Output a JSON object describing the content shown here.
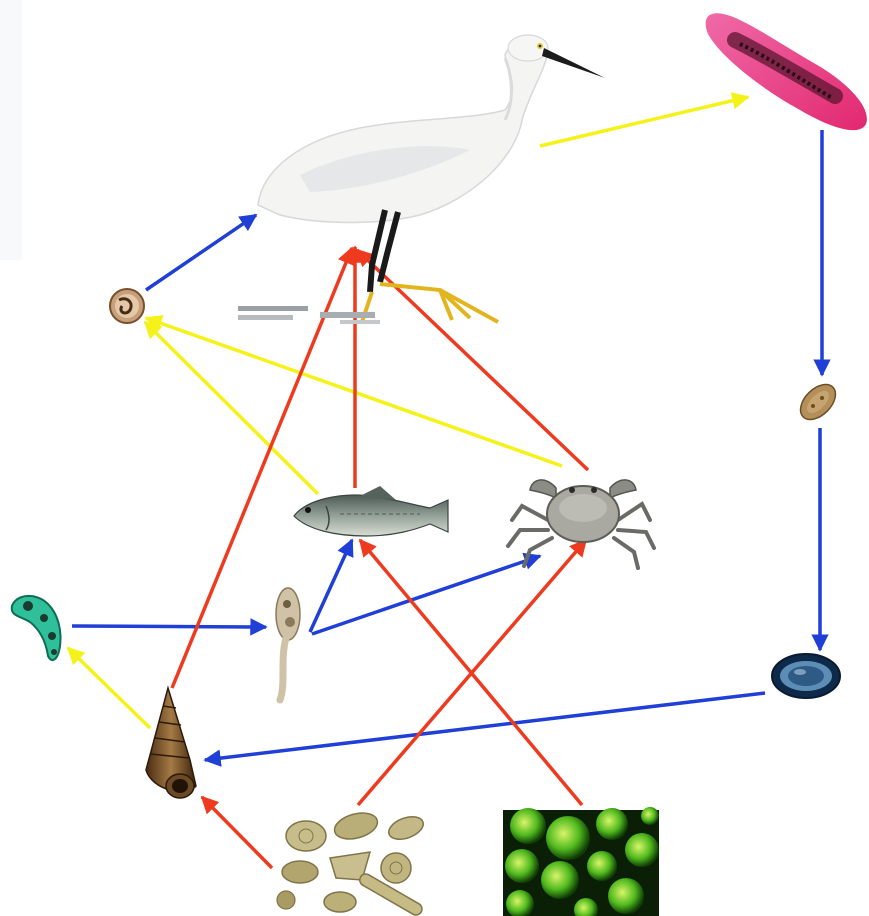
{
  "diagram": {
    "colors": {
      "blue": "#1f3fd6",
      "red": "#ee3a1e",
      "yellow": "#f5f21a",
      "background": "#ffffff"
    },
    "legend_colors_meaning": "",
    "nodes": [
      {
        "id": "egret",
        "icon": "egret-icon"
      },
      {
        "id": "adult-fluke",
        "icon": "adult-fluke-icon"
      },
      {
        "id": "egg-in-water",
        "icon": "egg-icon"
      },
      {
        "id": "egg-with-miracidium",
        "icon": "embryonated-egg-icon"
      },
      {
        "id": "snail",
        "icon": "snail-icon"
      },
      {
        "id": "redia",
        "icon": "redia-icon"
      },
      {
        "id": "cercaria",
        "icon": "cercaria-icon"
      },
      {
        "id": "fish",
        "icon": "fish-icon"
      },
      {
        "id": "crab",
        "icon": "crab-icon"
      },
      {
        "id": "metacercaria",
        "icon": "metacercaria-icon"
      },
      {
        "id": "diatoms",
        "icon": "diatoms-icon"
      },
      {
        "id": "green-algae",
        "icon": "green-algae-icon"
      }
    ],
    "edges": [
      {
        "from": "egret",
        "to": "adult-fluke",
        "color": "yellow"
      },
      {
        "from": "adult-fluke",
        "to": "egg-in-water",
        "color": "blue"
      },
      {
        "from": "egg-in-water",
        "to": "egg-with-miracidium",
        "color": "blue"
      },
      {
        "from": "egg-with-miracidium",
        "to": "snail",
        "color": "blue"
      },
      {
        "from": "snail",
        "to": "redia",
        "color": "yellow"
      },
      {
        "from": "redia",
        "to": "cercaria",
        "color": "blue"
      },
      {
        "from": "cercaria",
        "to": "fish",
        "color": "blue"
      },
      {
        "from": "cercaria",
        "to": "crab",
        "color": "blue"
      },
      {
        "from": "fish",
        "to": "metacercaria",
        "color": "yellow"
      },
      {
        "from": "crab",
        "to": "metacercaria",
        "color": "yellow"
      },
      {
        "from": "metacercaria",
        "to": "egret",
        "color": "blue"
      },
      {
        "from": "fish",
        "to": "egret",
        "color": "red"
      },
      {
        "from": "crab",
        "to": "egret",
        "color": "red"
      },
      {
        "from": "snail",
        "to": "egret",
        "color": "red"
      },
      {
        "from": "diatoms",
        "to": "snail",
        "color": "red"
      },
      {
        "from": "diatoms",
        "to": "crab",
        "color": "red"
      },
      {
        "from": "green-algae",
        "to": "fish",
        "color": "red"
      }
    ]
  }
}
